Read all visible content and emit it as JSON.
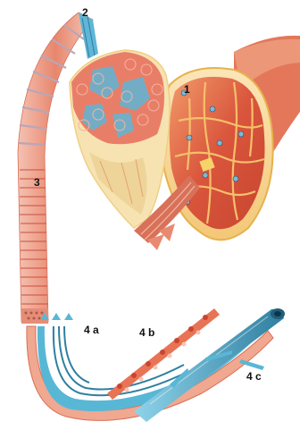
{
  "labels": {
    "l1": "1",
    "l2": "2",
    "l3": "3",
    "l4a": "4 a",
    "l4b": "4 b",
    "l4c": "4 c"
  },
  "colors": {
    "muscle_red": "#d9553c",
    "muscle_orange": "#ee8a52",
    "fascia_yellow": "#f2c76a",
    "bundle_pink": "#f0b7a8",
    "blue_filament": "#59b7d6",
    "dark_blue": "#2f7fa0"
  }
}
